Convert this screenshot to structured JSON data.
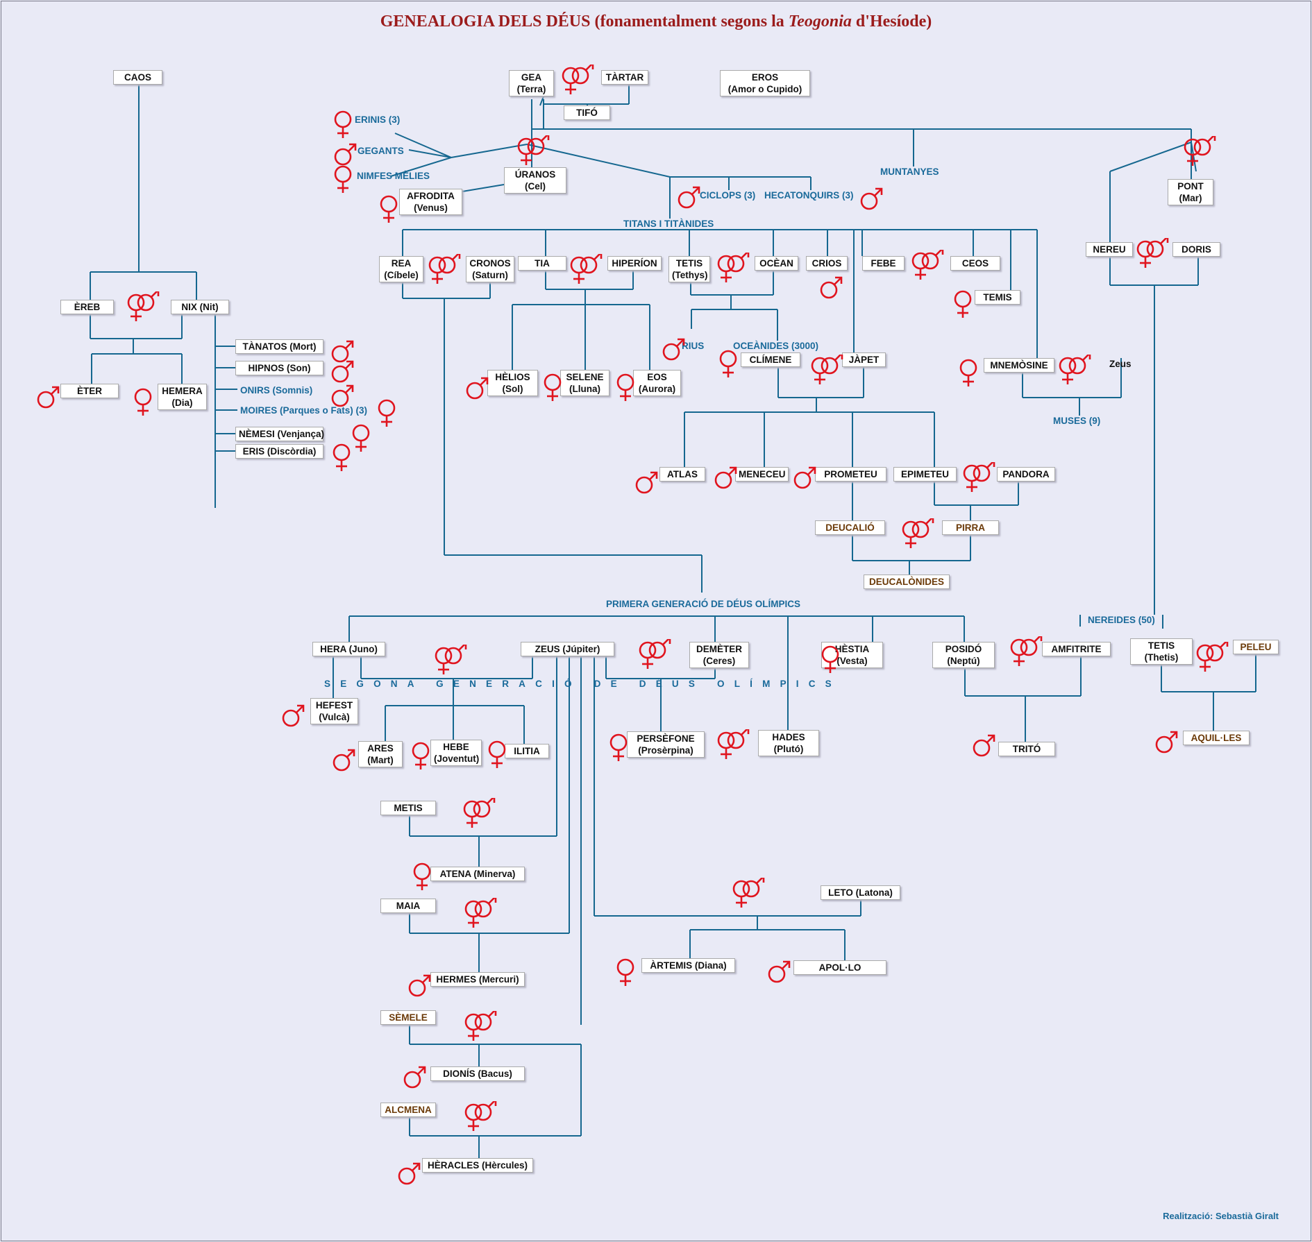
{
  "title": {
    "main": "GENEALOGIA DELS DÉUS (fonamentalment segons la ",
    "italic": "Teogonia",
    "end": " d'Hesíode)"
  },
  "credit": "Realització: Sebastià Giralt",
  "colors": {
    "line": "#15678f",
    "symbol": "#e0141e",
    "title": "#9b1c1c",
    "group": "#1a6a9a",
    "mortal": "#6b3a08"
  },
  "boxes": {
    "caos": [
      "CAOS"
    ],
    "gea": [
      "GEA",
      "(Terra)"
    ],
    "tartar": [
      "TÀRTAR"
    ],
    "tifo": [
      "TIFÓ"
    ],
    "eros": [
      "EROS",
      "(Amor o Cupido)"
    ],
    "uranos": [
      "ÚRANOS",
      "(Cel)"
    ],
    "afrodita": [
      "AFRODITA",
      "(Venus)"
    ],
    "pont": [
      "PONT",
      "(Mar)"
    ],
    "nereu": [
      "NEREU"
    ],
    "doris": [
      "DORIS"
    ],
    "ereb": [
      "ÈREB"
    ],
    "nix": [
      "NIX (Nit)"
    ],
    "eter": [
      "ÈTER"
    ],
    "hemera": [
      "HEMERA",
      "(Dia)"
    ],
    "tanatos": [
      "TÀNATOS (Mort)"
    ],
    "hipnos": [
      "HIPNOS (Son)"
    ],
    "nemesi": [
      "NÈMESI (Venjança)"
    ],
    "eris": [
      "ERIS (Discòrdia)"
    ],
    "rea": [
      "REA",
      "(Cíbele)"
    ],
    "cronos": [
      "CRONOS",
      "(Saturn)"
    ],
    "tia": [
      "TIA"
    ],
    "hiperion": [
      "HIPERÍON"
    ],
    "tetis_t": [
      "TETIS",
      "(Tethys)"
    ],
    "ocean": [
      "OCÈAN"
    ],
    "crios": [
      "CRIOS"
    ],
    "febe": [
      "FEBE"
    ],
    "ceos": [
      "CEOS"
    ],
    "temis": [
      "TEMIS"
    ],
    "helios": [
      "HÈLIOS",
      "(Sol)"
    ],
    "selene": [
      "SELENE",
      "(Lluna)"
    ],
    "eos": [
      "EOS",
      "(Aurora)"
    ],
    "climene": [
      "CLÍMENE"
    ],
    "japet": [
      "JÀPET"
    ],
    "mnemosine": [
      "MNEMÒSINE"
    ],
    "atlas": [
      "ATLAS"
    ],
    "meneceu": [
      "MENECEU"
    ],
    "prometeu": [
      "PROMETEU"
    ],
    "epimeteu": [
      "EPIMETEU"
    ],
    "pandora": [
      "PANDORA"
    ],
    "deucalio": [
      "DEUCALIÓ"
    ],
    "pirra": [
      "PIRRA"
    ],
    "deucalonides": [
      "DEUCALÒNIDES"
    ],
    "hera": [
      "HERA (Juno)"
    ],
    "zeus": [
      "ZEUS (Júpiter)"
    ],
    "demeter": [
      "DEMÈTER",
      "(Ceres)"
    ],
    "hestia": [
      "HÈSTIA",
      "(Vesta)"
    ],
    "posido": [
      "POSIDÓ",
      "(Neptú)"
    ],
    "amfitrite": [
      "AMFITRITE"
    ],
    "tetis_n": [
      "TETIS",
      "(Thetis)"
    ],
    "peleu": [
      "PELEU"
    ],
    "hefest": [
      "HEFEST",
      "(Vulcà)"
    ],
    "ares": [
      "ARES",
      "(Mart)"
    ],
    "hebe": [
      "HEBE",
      "(Joventut)"
    ],
    "ilitia": [
      "ILITIA"
    ],
    "persefone": [
      "PERSÈFONE",
      "(Prosèrpina)"
    ],
    "hades": [
      "HADES",
      "(Plutó)"
    ],
    "trito": [
      "TRITÓ"
    ],
    "aquiles": [
      "AQUIL·LES"
    ],
    "metis": [
      "METIS"
    ],
    "atena": [
      "ATENA (Minerva)"
    ],
    "maia": [
      "MAIA"
    ],
    "hermes": [
      "HERMES (Mercuri)"
    ],
    "leto": [
      "LETO (Latona)"
    ],
    "artemis": [
      "ÀRTEMIS (Diana)"
    ],
    "apol": [
      "APOL·LO"
    ],
    "semele": [
      "SÈMELE"
    ],
    "dionis": [
      "DIONÍS (Bacus)"
    ],
    "alcmena": [
      "ALCMENA"
    ],
    "heracles": [
      "HÈRACLES (Hèrcules)"
    ]
  },
  "labels": {
    "erinis": "ERINIS (3)",
    "gegants": "GEGANTS",
    "nimfes": "NIMFES MÈLIES",
    "muntanyes": "MUNTANYES",
    "ciclops": "CICLOPS (3)",
    "hecatonquirs": "HECATONQUIRS (3)",
    "titans": "TITANS I TITÀNIDES",
    "onirs": "ONIRS (Somnis)",
    "moires": "MOIRES (Parques o Fats) (3)",
    "rius": "RIUS",
    "oceanides": "OCEÀNIDES (3000)",
    "zeus_small": "Zeus",
    "muses": "MUSES (9)",
    "primera": "PRIMERA GENERACIÓ DE DÉUS OLÍMPICS",
    "nereides": "NEREIDES (50)",
    "segona": "SEGONA GENERACIÓ DE DÉUS OLÍMPICS"
  },
  "symbols": {
    "female": "female-symbol",
    "male": "male-symbol",
    "couple": "couple-symbol"
  }
}
